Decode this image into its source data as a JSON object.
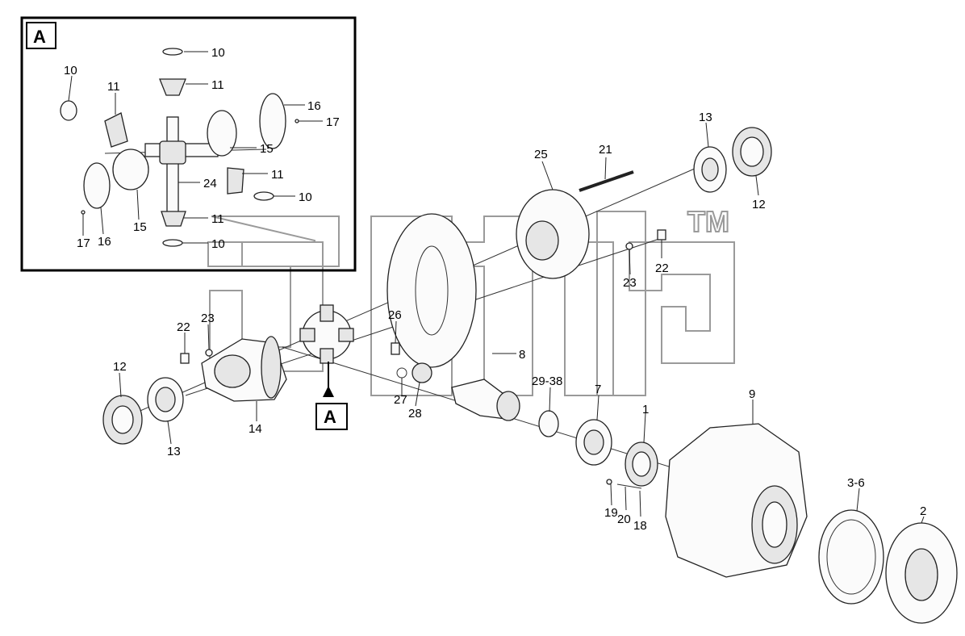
{
  "diagram": {
    "inset_tag": "A",
    "view_tag": "A",
    "watermark": "TM",
    "callouts": {
      "c1": "1",
      "c2": "2",
      "c3_6": "3-6",
      "c7": "7",
      "c8": "8",
      "c9": "9",
      "in10a": "10",
      "in10b": "10",
      "in10c": "10",
      "in10d": "10",
      "in11a": "11",
      "in11b": "11",
      "in11c": "11",
      "in11d": "11",
      "c12a": "12",
      "c12b": "12",
      "c13a": "13",
      "c13b": "13",
      "c14": "14",
      "in15a": "15",
      "in15b": "15",
      "in16a": "16",
      "in16b": "16",
      "in17a": "17",
      "in17b": "17",
      "c18": "18",
      "c19": "19",
      "c20": "20",
      "c21": "21",
      "c22a": "22",
      "c22b": "22",
      "c23a": "23",
      "c23b": "23",
      "in24": "24",
      "c25": "25",
      "c26": "26",
      "c27": "27",
      "c28": "28",
      "c29_38": "29-38"
    }
  }
}
